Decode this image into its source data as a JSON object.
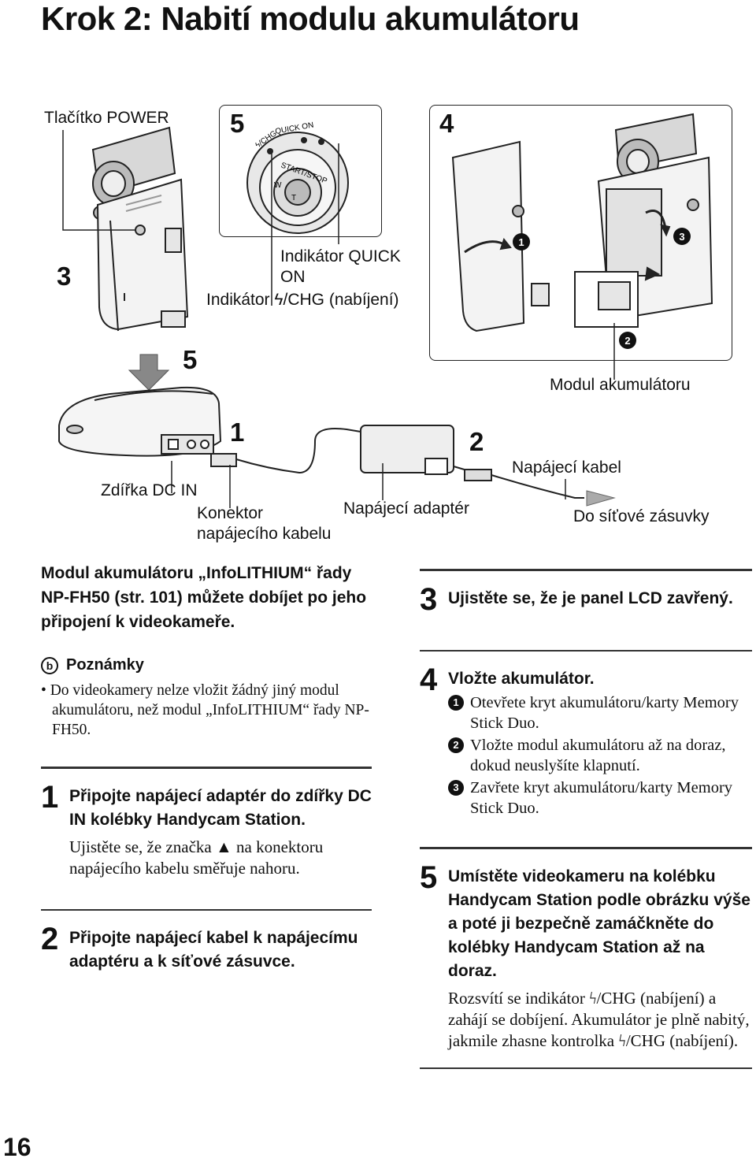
{
  "page": {
    "title": "Krok 2: Nabití modulu akumulátoru",
    "number": "16"
  },
  "diagram": {
    "labels": {
      "power_button": "Tlačítko POWER",
      "quick_on_indicator_1": "Indikátor QUICK",
      "quick_on_indicator_2": "ON",
      "chg_indicator": "Indikátor ϟ/CHG (nabíjení)",
      "battery_module": "Modul akumulátoru",
      "dc_in": "Zdířka DC IN",
      "connector_1": "Konektor",
      "connector_2": "napájecího kabelu",
      "ac_adaptor": "Napájecí adaptér",
      "power_cord": "Napájecí kabel",
      "wall_outlet": "Do síťové zásuvky"
    },
    "dial_labels": {
      "quick_on": "QUICK ON",
      "start_stop": "START/STOP",
      "chg": "ϟ/CHG",
      "w": "W",
      "t": "T"
    },
    "numbers": {
      "n5_top": "5",
      "n4": "4",
      "n3": "3",
      "n5_mid": "5",
      "n1": "1",
      "n2": "2"
    },
    "callouts": {
      "c1": "1",
      "c2": "2",
      "c3": "3"
    }
  },
  "left": {
    "intro": "Modul akumulátoru „InfoLITHIUM“ řady NP-FH50 (str. 101) můžete dobíjet po jeho připojení k videokameře.",
    "notes_title": "Poznámky",
    "note_icon": "b",
    "note": "• Do videokamery nelze vložit žádný jiný modul akumulátoru, než modul „InfoLITHIUM“ řady NP-FH50.",
    "step1": {
      "num": "1",
      "title": "Připojte napájecí adaptér do zdířky DC IN kolébky Handycam Station.",
      "desc": "Ujistěte se, že značka ▲ na konektoru napájecího kabelu směřuje nahoru."
    },
    "step2": {
      "num": "2",
      "title": "Připojte napájecí kabel k napájecímu adaptéru a k síťové zásuvce."
    }
  },
  "right": {
    "step3": {
      "num": "3",
      "title": "Ujistěte se, že je panel LCD zavřený."
    },
    "step4": {
      "num": "4",
      "title": "Vložte akumulátor.",
      "subs": [
        {
          "mark": "1",
          "text": "Otevřete kryt akumulátoru/karty Memory Stick Duo."
        },
        {
          "mark": "2",
          "text": "Vložte modul akumulátoru až na doraz, dokud neuslyšíte klapnutí."
        },
        {
          "mark": "3",
          "text": "Zavřete kryt akumulátoru/karty Memory Stick Duo."
        }
      ]
    },
    "step5": {
      "num": "5",
      "title": "Umístěte videokameru na kolébku Handycam Station podle obrázku výše a poté ji bezpečně zamáčkněte do kolébky Handycam Station až na doraz.",
      "desc": "Rozsvítí se indikátor ϟ/CHG (nabíjení) a zahájí se dobíjení. Akumulátor je plně nabitý, jakmile zhasne kontrolka ϟ/CHG (nabíjení)."
    }
  }
}
